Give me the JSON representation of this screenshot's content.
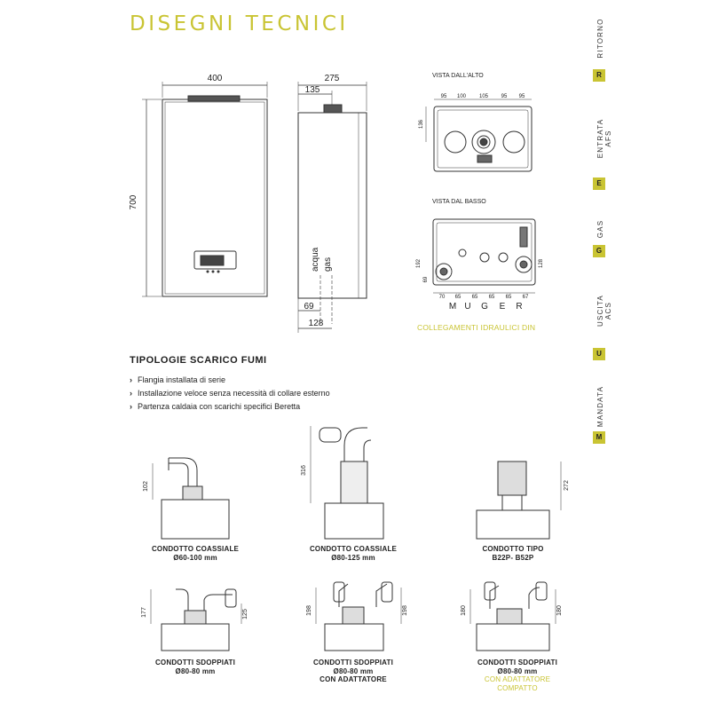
{
  "header": {
    "title": "DISEGNI TECNICI"
  },
  "dimensions": {
    "width": "400",
    "depth": "275",
    "depth_inner": "135",
    "height": "700",
    "bottom_69": "69",
    "bottom_128": "128",
    "acqua": "acqua",
    "gas": "gas"
  },
  "views": {
    "top_view": "VISTA DALL'ALTO",
    "bottom_view": "VISTA DAL BASSO",
    "top_dims": [
      "95",
      "100",
      "105",
      "95",
      "95"
    ],
    "top_side": "136",
    "bottom_dims": [
      "70",
      "65",
      "65",
      "65",
      "65",
      "67"
    ],
    "bottom_left": [
      "192",
      "69"
    ],
    "bottom_right": "128",
    "connection_letters": [
      "M",
      "U",
      "G",
      "E",
      "R"
    ],
    "din_caption": "COLLEGAMENTI IDRAULICI DIN"
  },
  "flue": {
    "heading": "TIPOLOGIE SCARICO FUMI",
    "bullets": [
      "Flangia installata di serie",
      "Installazione veloce senza necessità di collare esterno",
      "Partenza caldaia con scarichi specifici Beretta"
    ],
    "items": [
      {
        "dim": "102",
        "line1": "CONDOTTO COASSIALE",
        "line2": "Ø60-100 mm"
      },
      {
        "dim": "316",
        "line1": "CONDOTTO COASSIALE",
        "line2": "Ø80-125 mm"
      },
      {
        "dim": "272",
        "line1": "CONDOTTO TIPO",
        "line2": "B22P- B52P"
      },
      {
        "dim_a": "177",
        "dim_b": "125",
        "line1": "CONDOTTI SDOPPIATI",
        "line2": "Ø80-80 mm"
      },
      {
        "dim_a": "198",
        "dim_b": "198",
        "line1": "CONDOTTI SDOPPIATI",
        "line2": "Ø80-80 mm",
        "line3": "CON ADATTATORE"
      },
      {
        "dim_a": "180",
        "dim_b": "180",
        "line1": "CONDOTTI SDOPPIATI",
        "line2": "Ø80-80 mm",
        "line3": "CON ADATTATORE",
        "line4": "COMPATTO"
      }
    ]
  },
  "sidebar": {
    "accent": "#c9c433",
    "items": [
      {
        "letter": "R",
        "word": "RITORNO"
      },
      {
        "letter": "E",
        "word": "ENTRATA AFS"
      },
      {
        "letter": "G",
        "word": "GAS"
      },
      {
        "letter": "U",
        "word": "USCITA ACS"
      },
      {
        "letter": "M",
        "word": "MANDATA"
      }
    ]
  }
}
